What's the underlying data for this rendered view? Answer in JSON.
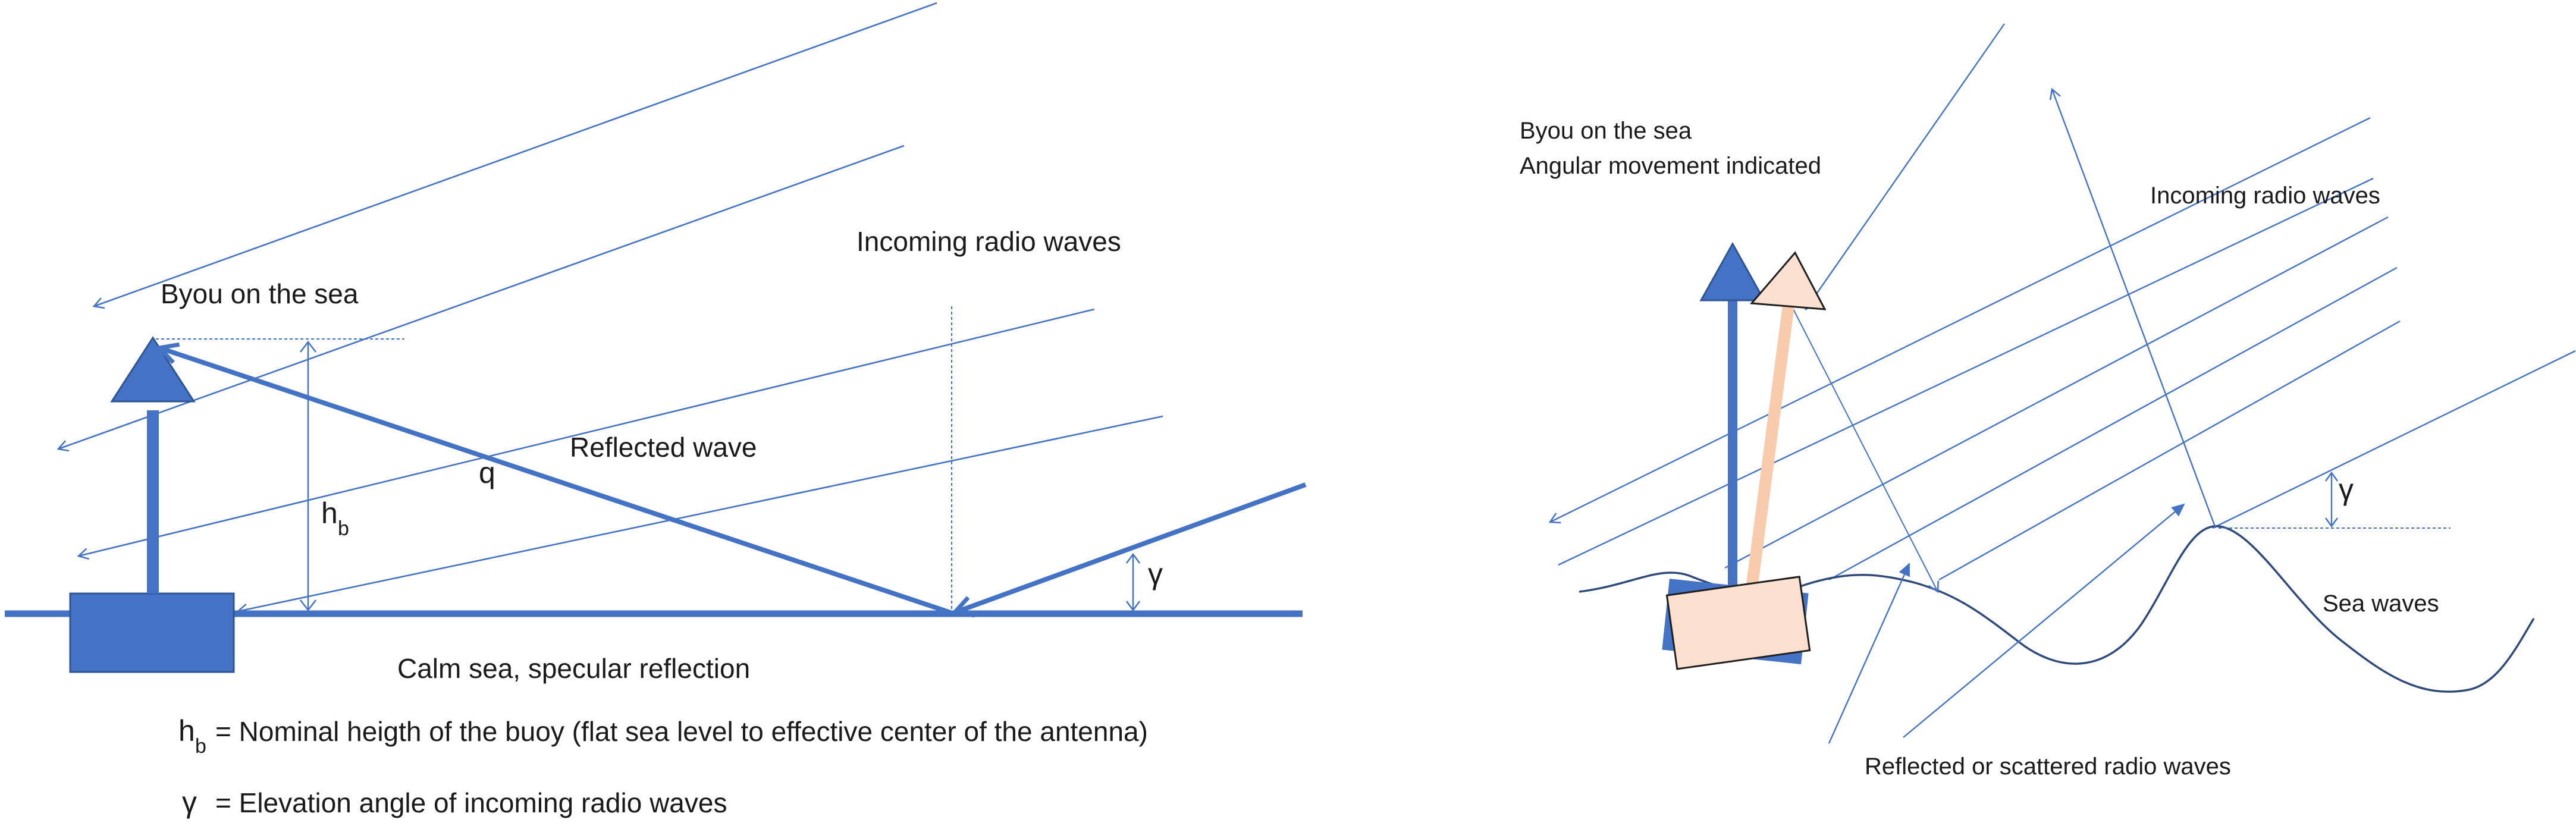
{
  "colors": {
    "wave": "#4472c4",
    "buoy": "#4472c4",
    "tilted_buoy_fill": "#fbe0d0",
    "tilted_buoy_stroke": "#1f1f1f",
    "text": "#1a1a1a"
  },
  "left": {
    "incoming_label": "Incoming radio waves",
    "buoy_label": "Byou on the sea",
    "reflected_label": "Reflected wave",
    "q_label": "q",
    "hb_symbol": "h",
    "hb_subscript": "b",
    "gamma_label": "γ",
    "sea_label": "Calm sea, specular reflection",
    "legend_hb_symbol": "h",
    "legend_hb_subscript": "b",
    "legend_hb_text": "= Nominal heigth of the buoy (flat sea level to effective center of the antenna)",
    "legend_gamma_symbol": "γ",
    "legend_gamma_text": "= Elevation angle of incoming radio waves"
  },
  "right": {
    "buoy_label_line1": "Byou on the sea",
    "buoy_label_line2": "Angular movement indicated",
    "incoming_label": "Incoming radio waves",
    "gamma_label": "γ",
    "sea_waves_label": "Sea waves",
    "scattered_label": "Reflected or scattered radio waves"
  }
}
